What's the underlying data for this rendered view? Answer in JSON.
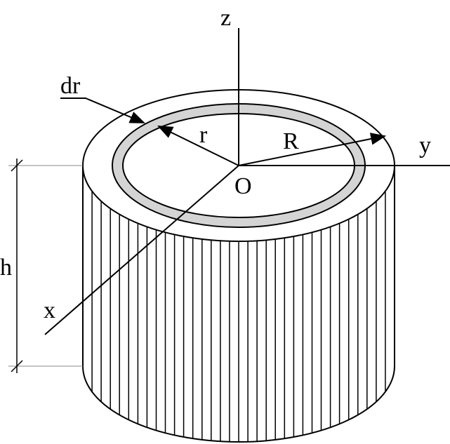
{
  "labels": {
    "z": "z",
    "y": "y",
    "x": "x",
    "origin": "O",
    "R": "R",
    "r": "r",
    "dr": "dr",
    "h": "h"
  },
  "colors": {
    "ring_fill": "#d4d4d4",
    "stroke": "#000000",
    "dim_line": "#8a8a8a"
  },
  "hatch_count": 34
}
